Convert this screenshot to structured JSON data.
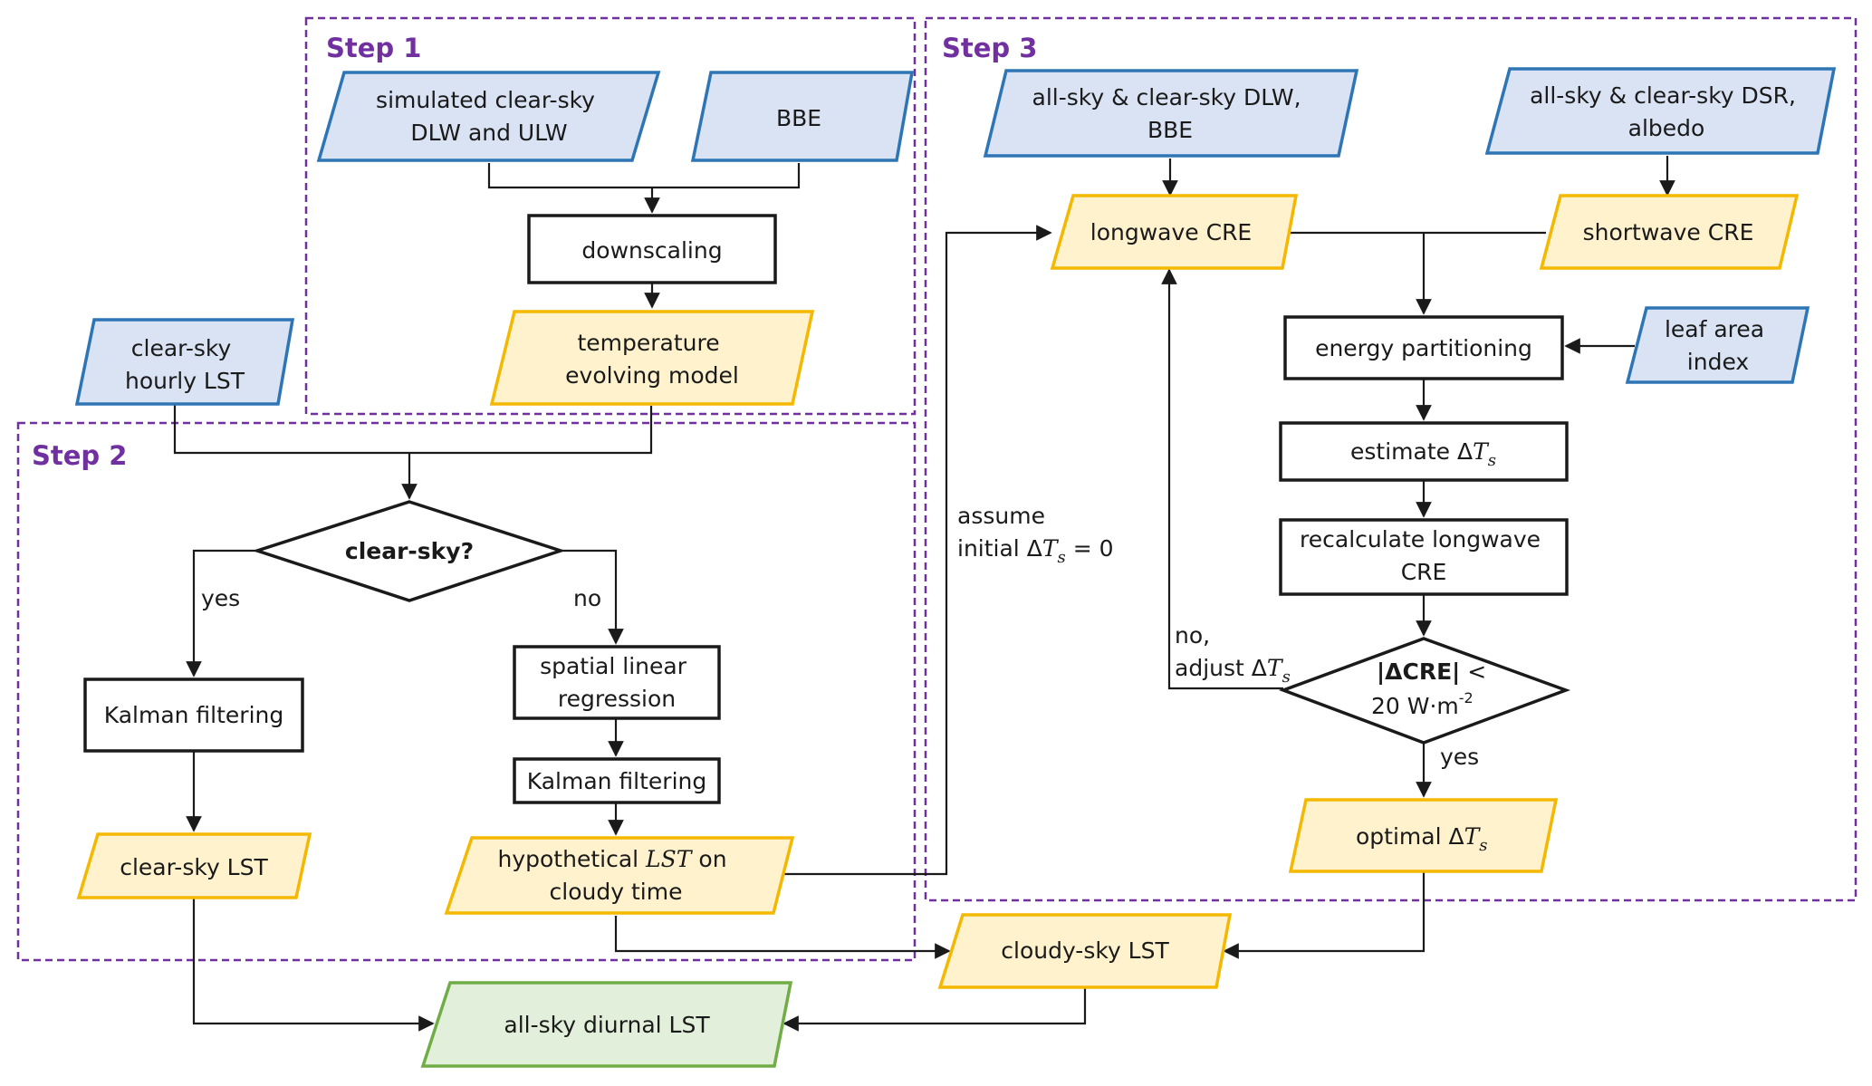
{
  "steps": {
    "step1": "Step 1",
    "step2": "Step 2",
    "step3": "Step 3"
  },
  "nodes": {
    "sim_line1": "simulated clear-sky",
    "sim_line2": "DLW and ULW",
    "bbe1": "BBE",
    "downscaling": "downscaling",
    "tem_line1": "temperature",
    "tem_line2": "evolving model",
    "hourly_line1": "clear-sky",
    "hourly_line2": "hourly LST",
    "clear_sky_q": "clear-sky?",
    "yes": "yes",
    "no": "no",
    "kalman_left": "Kalman filtering",
    "spatial_line1": "spatial linear",
    "spatial_line2": "regression",
    "kalman_right": "Kalman filtering",
    "clear_sky_lst": "clear-sky LST",
    "hypo_pre": "hypothetical ",
    "hypo_lst": "LST",
    "hypo_post": " on",
    "hypo_line2": "cloudy time",
    "allsky_dlw_line1": "all-sky & clear-sky DLW,",
    "allsky_dlw_line2": "BBE",
    "allsky_dsr_line1": "all-sky & clear-sky DSR,",
    "allsky_dsr_line2": "albedo",
    "longwave_cre": "longwave CRE",
    "shortwave_cre": "shortwave CRE",
    "energy_partitioning": "energy partitioning",
    "lai_line1": "leaf area",
    "lai_line2": "index",
    "estimate": "estimate",
    "recalc_line1": "recalculate longwave",
    "recalc_line2": "CRE",
    "delta_cre": "|ΔCRE|",
    "lt": " <",
    "threshold": "20 W·m",
    "threshold_exp": "-2",
    "no_adjust_line1": "no,",
    "no_adjust_line2": "adjust",
    "yes2": "yes",
    "optimal": "optimal",
    "assume_line1": "assume",
    "assume_line2": "initial",
    "assume_eq": " = 0",
    "cloudy_sky_lst": "cloudy-sky LST",
    "all_sky_diurnal": "all-sky diurnal LST",
    "delta": "Δ",
    "T": "T",
    "s": "s"
  },
  "colors": {
    "step_border": "#7030a0",
    "input_fill": "#dae3f3",
    "input_stroke": "#2e75b6",
    "process_fill": "#fff2cc",
    "process_stroke": "#f5b800",
    "final_fill": "#e2efda",
    "final_stroke": "#70ad47",
    "box_stroke": "#1a1a1a"
  }
}
